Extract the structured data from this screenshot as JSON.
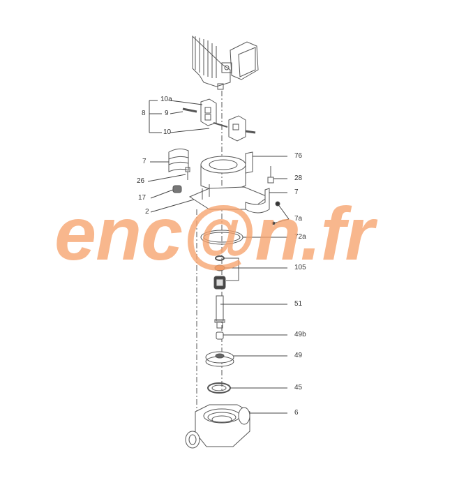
{
  "diagram": {
    "type": "exploded-parts-diagram",
    "subject": "vertical inline circulator pump",
    "watermark": {
      "text": "enc@n.fr",
      "color": "#f7a36e"
    },
    "line_color": "#555555",
    "parts": [
      {
        "id": "motor",
        "label": ""
      },
      {
        "id": "coupling-group",
        "label": "8"
      },
      {
        "id": "coupling-half-a",
        "label": "10a"
      },
      {
        "id": "coupling-screw",
        "label": "9"
      },
      {
        "id": "coupling-pin",
        "label": "10"
      },
      {
        "id": "coupling-guard-left",
        "label": "7"
      },
      {
        "id": "nameplate",
        "label": "76"
      },
      {
        "id": "screw-26",
        "label": "26"
      },
      {
        "id": "screw-28",
        "label": "28"
      },
      {
        "id": "plug",
        "label": "17"
      },
      {
        "id": "coupling-guard-right",
        "label": "7"
      },
      {
        "id": "pump-head",
        "label": "2"
      },
      {
        "id": "guard-screws",
        "label": "7a"
      },
      {
        "id": "o-ring",
        "label": "72a"
      },
      {
        "id": "shaft-seal",
        "label": "105"
      },
      {
        "id": "shaft",
        "label": "51"
      },
      {
        "id": "impeller-nut",
        "label": "49b"
      },
      {
        "id": "impeller",
        "label": "49"
      },
      {
        "id": "wear-ring",
        "label": "45"
      },
      {
        "id": "pump-housing",
        "label": "6"
      }
    ]
  }
}
